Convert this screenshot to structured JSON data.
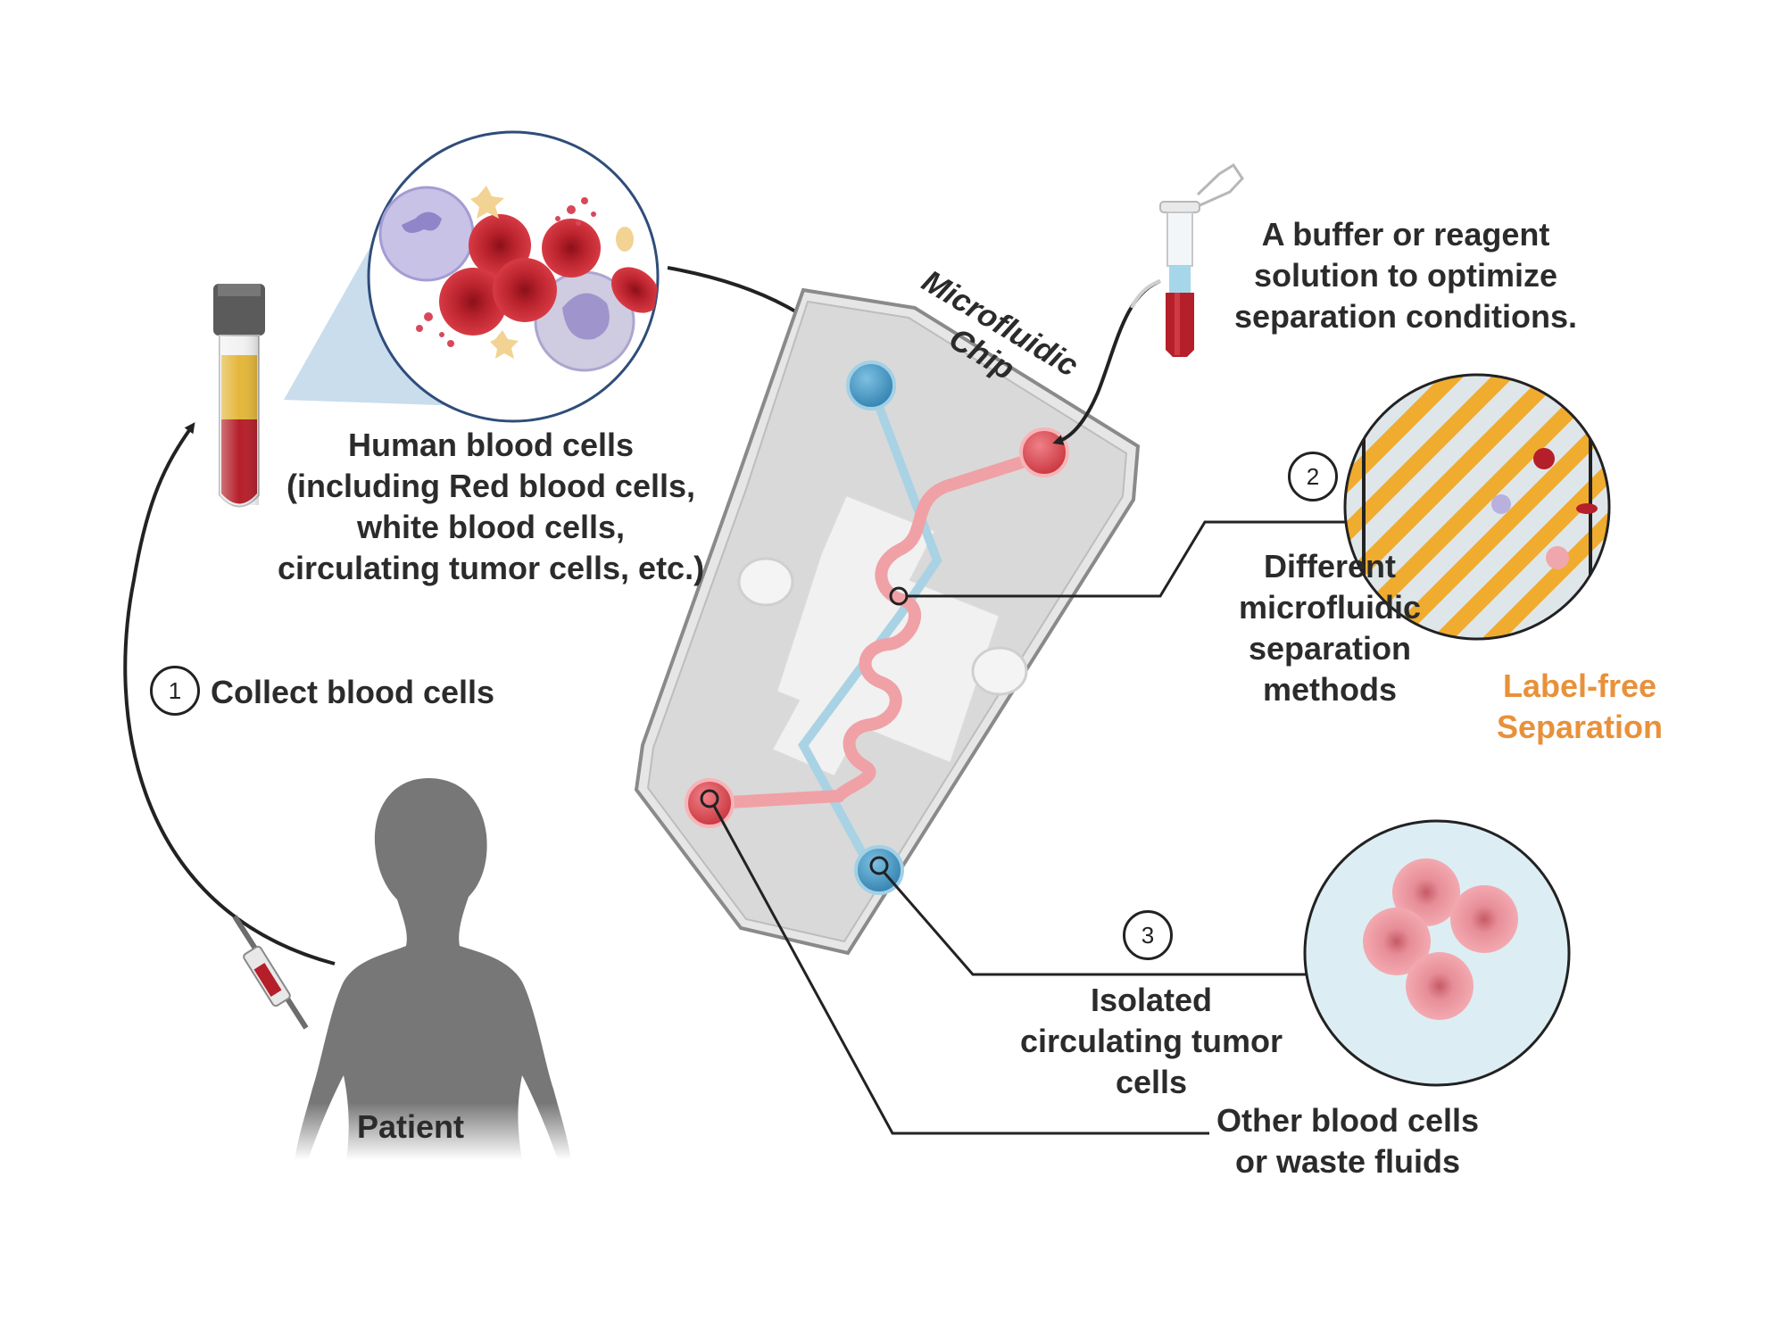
{
  "labels": {
    "collect": "Collect blood cells",
    "patient": "Patient",
    "blood_cells": [
      "Human blood cells",
      "(including Red blood cells,",
      "white blood  cells,",
      "circulating tumor cells, etc.)"
    ],
    "chip": [
      "Microfluidic",
      "Chip"
    ],
    "buffer": [
      "A buffer or reagent",
      "solution to optimize",
      "separation conditions."
    ],
    "methods": [
      "Different",
      "microfluidic",
      "separation",
      "methods"
    ],
    "label_free": [
      "Label-free",
      "Separation"
    ],
    "isolated": [
      "Isolated",
      "circulating tumor",
      "cells"
    ],
    "other": [
      "Other blood cells",
      "or waste fluids"
    ]
  },
  "steps": [
    "1",
    "2",
    "3"
  ],
  "colors": {
    "blood_red": "#b51f2a",
    "plasma_yellow": "#e4b73a",
    "inlet_blue": "#3e8fbf",
    "outlet_red": "#d9474d",
    "channel_pink": "#f0a1a6",
    "channel_blue": "#a9d3e4",
    "chip_gray": "#e4e4e4",
    "silhouette": "#777777",
    "label_orange": "#e8913a"
  }
}
